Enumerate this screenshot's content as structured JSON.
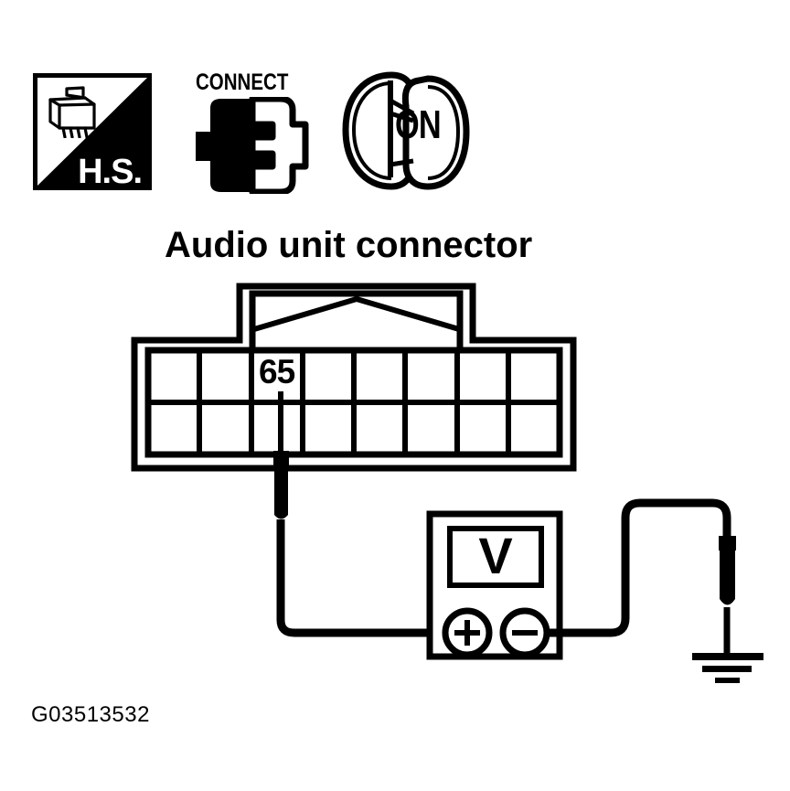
{
  "figure": {
    "id_label": "G03513532",
    "title": "Audio unit connector",
    "background_color": "#ffffff",
    "ink_color": "#000000"
  },
  "header_icons": [
    {
      "name": "hs-connector-icon",
      "label": "H.S.",
      "meaning": "Harness Side connector view"
    },
    {
      "name": "connect-icon",
      "label": "CONNECT",
      "meaning": "Connector must be connected"
    },
    {
      "name": "ignition-on-icon",
      "label": "ON",
      "meaning": "Ignition switch ON"
    }
  ],
  "connector": {
    "name": "Audio unit connector",
    "rows": 2,
    "columns": 8,
    "probed_pin": "65",
    "pin_label": "65",
    "pin_column_index": 3,
    "pin_row_index": 1
  },
  "meter": {
    "type": "voltmeter",
    "display_symbol": "V",
    "positive_terminal": "+",
    "negative_terminal": "−"
  },
  "probes": [
    {
      "name": "positive-probe",
      "connects_to": "65"
    },
    {
      "name": "negative-probe",
      "connects_to": "ground"
    }
  ],
  "ground": {
    "symbol": "earth-ground",
    "bars": 3
  }
}
